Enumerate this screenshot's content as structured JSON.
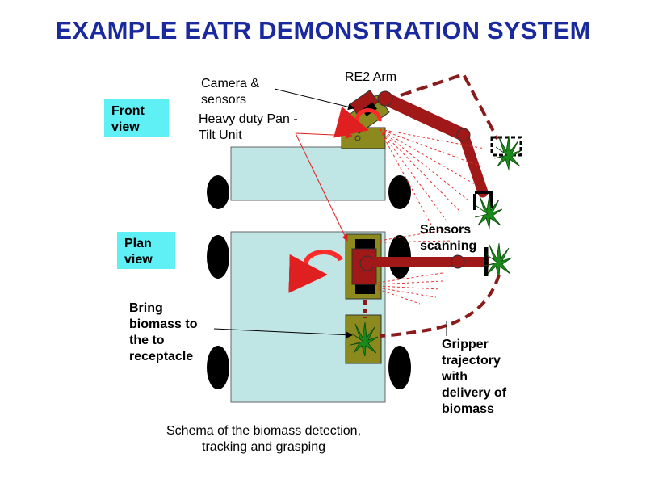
{
  "title": "EXAMPLE EATR DEMONSTRATION SYSTEM",
  "views": {
    "front": "Front\nview",
    "plan": "Plan\nview"
  },
  "labels": {
    "camera": "Camera &\nsensors",
    "arm": "RE2 Arm",
    "pantilt": "Heavy duty Pan -\nTilt  Unit",
    "sensors": "Sensors\nscanning",
    "biomass": "Bring\nbiomass to\nthe to\nreceptacle",
    "gripper": "Gripper\ntrajectory\nwith\ndelivery of\nbiomass",
    "caption": "Schema  of the biomass detection,\ntracking and grasping"
  },
  "colors": {
    "title": "#1a2a9e",
    "view_box": "#5ef0f4",
    "body": "#bfe5e5",
    "arm": "#a01818",
    "trajectory": "#8b1a1a",
    "olive": "#8c8a1e",
    "scan": "#e83030",
    "rotate": "#ff2a2a",
    "plant": "#1a8a1a"
  },
  "icons": [
    "rotate-arrow-icon",
    "plant-icon",
    "gripper-icon",
    "wheel-icon"
  ]
}
